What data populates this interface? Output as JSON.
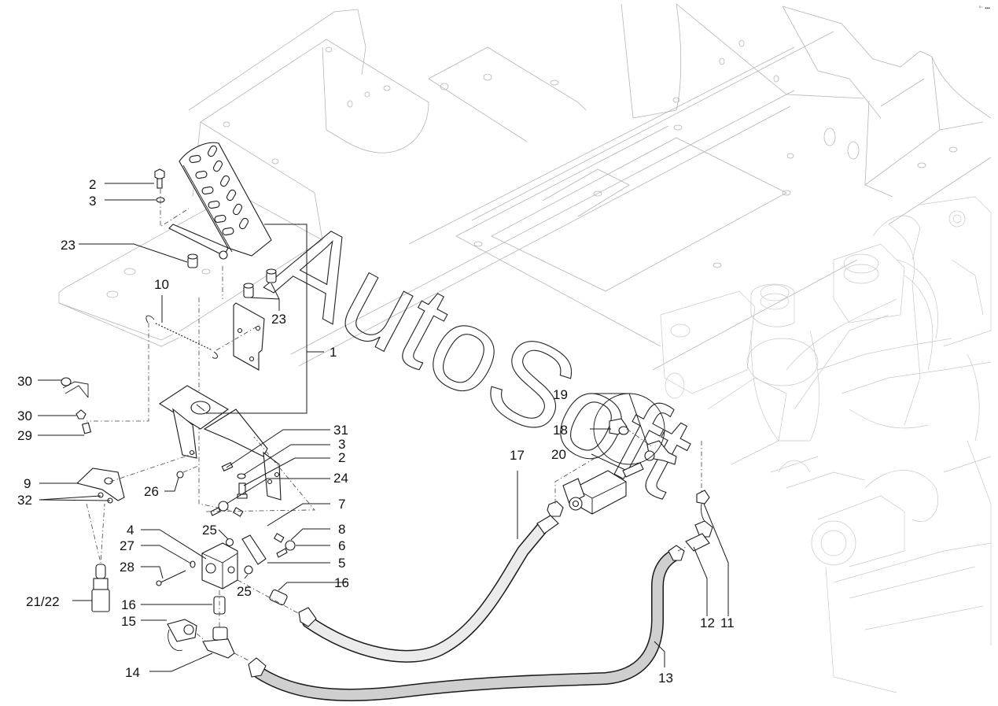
{
  "diagram": {
    "type": "exploded parts diagram",
    "subject": "Accelerator pedal and hydraulic hose assembly over chassis frame and engine",
    "watermark": "AutoSoft",
    "corner_mark": "⁰⁻ ▪▪▪",
    "callouts": [
      {
        "id": "c1",
        "label": "1",
        "part": "pedal-assembly-bracket"
      },
      {
        "id": "c2a",
        "label": "2",
        "part": "bolt-upper"
      },
      {
        "id": "c3a",
        "label": "3",
        "part": "washer-upper"
      },
      {
        "id": "c23a",
        "label": "23",
        "part": "spacer-left"
      },
      {
        "id": "c10",
        "label": "10",
        "part": "return-spring"
      },
      {
        "id": "c23b",
        "label": "23",
        "part": "spacers-right"
      },
      {
        "id": "c30a",
        "label": "30",
        "part": "nut-top"
      },
      {
        "id": "c30b",
        "label": "30",
        "part": "nut-bottom"
      },
      {
        "id": "c29",
        "label": "29",
        "part": "bolt-bracket"
      },
      {
        "id": "c31",
        "label": "31",
        "part": "screw"
      },
      {
        "id": "c3b",
        "label": "3",
        "part": "washer-lower"
      },
      {
        "id": "c2b",
        "label": "2",
        "part": "bolt-lower"
      },
      {
        "id": "c24",
        "label": "24",
        "part": "ball-joint-upper"
      },
      {
        "id": "c9",
        "label": "9",
        "part": "sensor-bracket"
      },
      {
        "id": "c32",
        "label": "32",
        "part": "bracket-nuts"
      },
      {
        "id": "c26",
        "label": "26",
        "part": "nut-small"
      },
      {
        "id": "c7",
        "label": "7",
        "part": "linkage-rod"
      },
      {
        "id": "c8",
        "label": "8",
        "part": "rod-nut"
      },
      {
        "id": "c6",
        "label": "6",
        "part": "ball-joint-lower"
      },
      {
        "id": "c5",
        "label": "5",
        "part": "clip-plate"
      },
      {
        "id": "c4",
        "label": "4",
        "part": "valve-block"
      },
      {
        "id": "c25a",
        "label": "25",
        "part": "nut-block-top"
      },
      {
        "id": "c27",
        "label": "27",
        "part": "o-ring"
      },
      {
        "id": "c28",
        "label": "28",
        "part": "long-bolt"
      },
      {
        "id": "c25b",
        "label": "25",
        "part": "nut-block-side"
      },
      {
        "id": "c16a",
        "label": "16",
        "part": "adapter-right"
      },
      {
        "id": "c16b",
        "label": "16",
        "part": "adapter-bottom"
      },
      {
        "id": "c21_22",
        "label": "21/22",
        "part": "pressure-switch"
      },
      {
        "id": "c15",
        "label": "15",
        "part": "quick-coupler"
      },
      {
        "id": "c14",
        "label": "14",
        "part": "tee-fitting"
      },
      {
        "id": "c17",
        "label": "17",
        "part": "hose-upper"
      },
      {
        "id": "c13",
        "label": "13",
        "part": "hose-lower"
      },
      {
        "id": "c19",
        "label": "19",
        "part": "banjo-bolt"
      },
      {
        "id": "c18",
        "label": "18",
        "part": "banjo-fitting"
      },
      {
        "id": "c20",
        "label": "20",
        "part": "solenoid-valve"
      },
      {
        "id": "c12",
        "label": "12",
        "part": "elbow-fitting"
      },
      {
        "id": "c11",
        "label": "11",
        "part": "pipe-fitting"
      }
    ]
  }
}
